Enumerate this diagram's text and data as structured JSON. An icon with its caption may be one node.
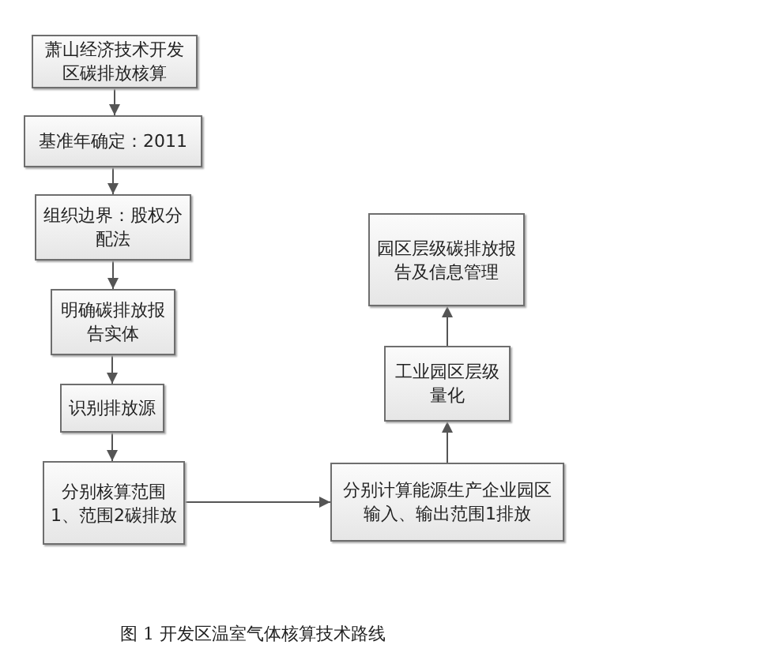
{
  "diagram": {
    "caption": "图 1 开发区温室气体核算技术路线",
    "nodes": [
      {
        "text": [
          "萧山经济技术开发区碳排放核算"
        ]
      },
      {
        "text": [
          "基准年确定：2011"
        ]
      },
      {
        "text": [
          "组织边界：股权分配法"
        ]
      },
      {
        "text": [
          "明确碳排放报告实体"
        ]
      },
      {
        "text": [
          "识别排放源"
        ]
      },
      {
        "text": [
          "分别核算范围1、范围2碳排放"
        ]
      },
      {
        "text": [
          "分别计算能源生产企业园区输入、输出范围1排放"
        ]
      },
      {
        "text": [
          "工业园区层级量化"
        ]
      },
      {
        "text": [
          "园区层级碳排放报告及信息管理"
        ]
      }
    ],
    "edges": [
      {
        "from": 0,
        "to": 1,
        "arrow": "to"
      },
      {
        "from": 1,
        "to": 2,
        "arrow": "to"
      },
      {
        "from": 2,
        "to": 3,
        "arrow": "to"
      },
      {
        "from": 3,
        "to": 4,
        "arrow": "to"
      },
      {
        "from": 4,
        "to": 5,
        "arrow": "to"
      },
      {
        "from": 5,
        "to": 6,
        "arrow": "to"
      },
      {
        "from": 6,
        "to": 7,
        "arrow": "to"
      },
      {
        "from": 7,
        "to": 8,
        "arrow": "to"
      }
    ]
  }
}
